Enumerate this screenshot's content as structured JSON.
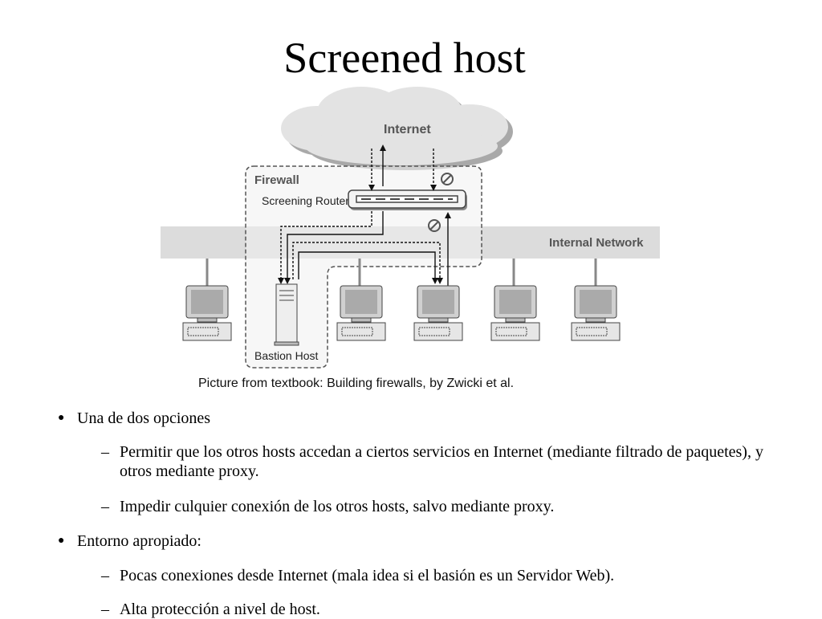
{
  "slide": {
    "title": "Screened host"
  },
  "diagram": {
    "internet_label": "Internet",
    "firewall_label": "Firewall",
    "router_label": "Screening Router",
    "network_label": "Internal Network",
    "bastion_label": "Bastion Host",
    "caption": "Picture from textbook: Building firewalls, by Zwicki et al."
  },
  "bullets": [
    {
      "text": "Una de dos opciones",
      "sub": [
        "Permitir que los otros hosts accedan a ciertos servicios en Internet (mediante filtrado de paquetes), y otros mediante proxy.",
        "Impedir culquier conexión de los otros hosts, salvo mediante proxy."
      ]
    },
    {
      "text": "Entorno apropiado:",
      "sub": [
        "Pocas conexiones desde Internet (mala idea si el basión es un Servidor Web).",
        "Alta protección a nivel de host."
      ]
    }
  ],
  "markers": {
    "bullet": "●",
    "dash": "–"
  }
}
